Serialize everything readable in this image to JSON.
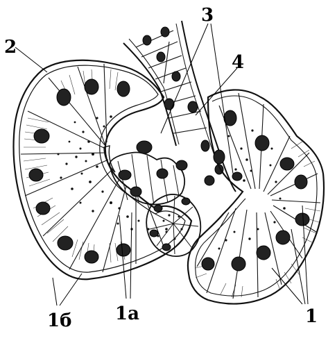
{
  "figure": {
    "labels": {
      "l1": "1",
      "l1a": "1а",
      "l1b": "1б",
      "l2": "2",
      "l3": "3",
      "l4": "4"
    }
  }
}
